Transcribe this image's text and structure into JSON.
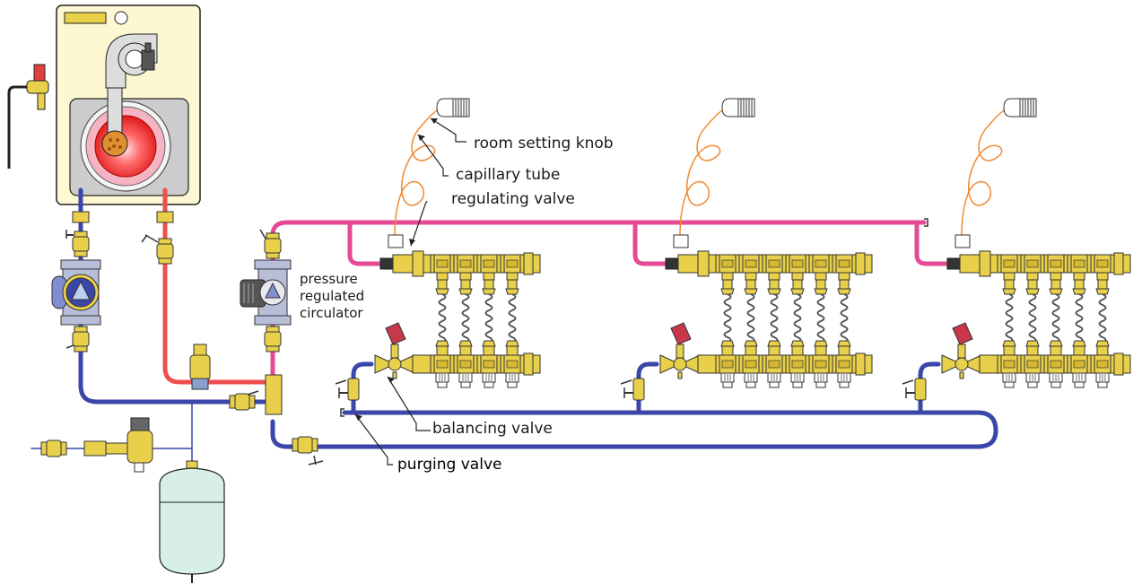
{
  "labels": {
    "room_knob": "room setting knob",
    "capillary": "capillary tube",
    "regulating": "regulating valve",
    "circulator": [
      "pressure",
      "regulated",
      "circulator"
    ],
    "balancing": "balancing valve",
    "purging": "purging valve"
  },
  "colors": {
    "hot_supply": "#e64a94",
    "return": "#3a46a8",
    "boiler_supply": "#ef4e4e",
    "brass": "#e8d04a",
    "capillary": "#f08a30"
  }
}
